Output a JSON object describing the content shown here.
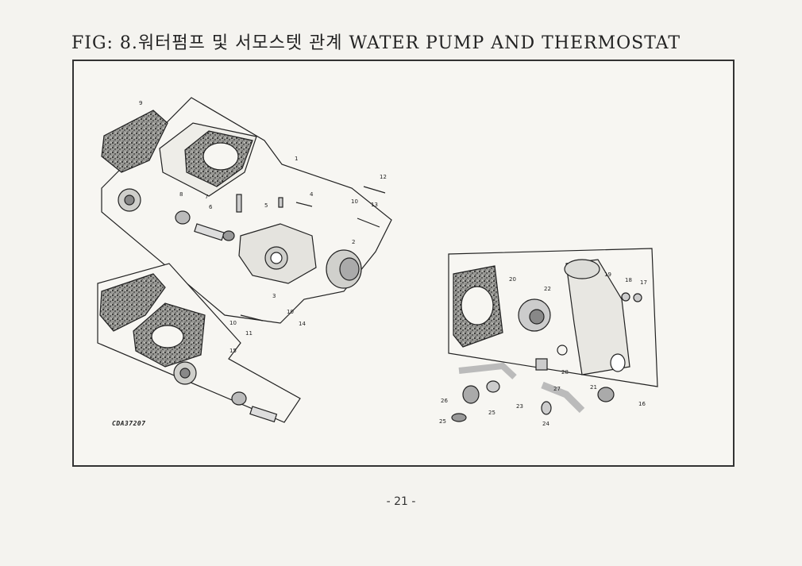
{
  "header": {
    "title": "FIG: 8.워터펌프 및 서모스텟 관계 WATER PUMP AND THERMOSTAT"
  },
  "figure": {
    "drawing_code": "CDA37207",
    "part_numbers_left": [
      "1",
      "2",
      "3",
      "4",
      "5",
      "6",
      "7",
      "8",
      "9",
      "10",
      "10",
      "10",
      "11",
      "12",
      "13",
      "14",
      "15"
    ],
    "part_numbers_right": [
      "16",
      "17",
      "18",
      "19",
      "20",
      "21",
      "22",
      "23",
      "24",
      "25",
      "25",
      "26",
      "27",
      "28"
    ]
  },
  "footer": {
    "page": "- 21 -"
  }
}
